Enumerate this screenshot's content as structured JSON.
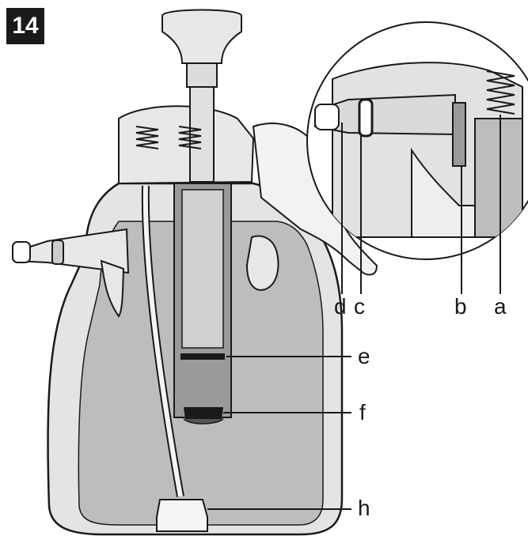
{
  "step_number": "14",
  "callouts": {
    "a": "a",
    "b": "b",
    "c": "c",
    "d": "d",
    "e": "e",
    "f": "f",
    "h": "h"
  },
  "colors": {
    "outline": "#1a1a1a",
    "body_fill": "#d6d6d6",
    "tank_fill": "#bdbdbd",
    "cylinder_fill": "#9a9a9a",
    "hand_fill": "#f2f2f2"
  }
}
